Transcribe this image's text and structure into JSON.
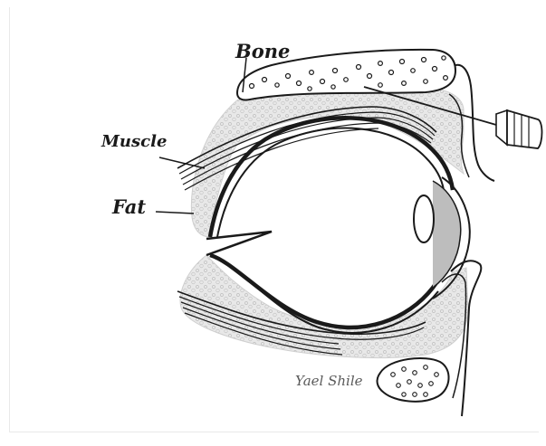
{
  "labels": {
    "bone": "Bone",
    "muscle": "Muscle",
    "fat": "Fat"
  },
  "signature": "Yael Shile",
  "colors": {
    "ink": "#1a1a1a",
    "fat_fill": "#e6e6e6",
    "background": "#ffffff"
  }
}
